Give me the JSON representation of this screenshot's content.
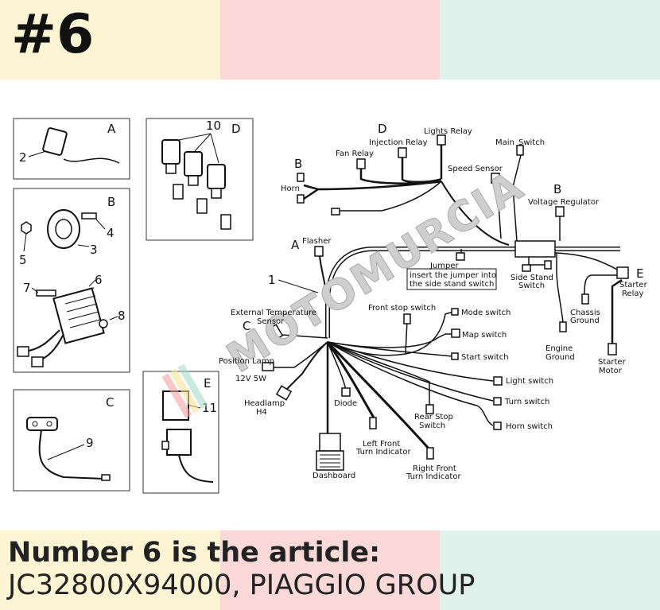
{
  "header": {
    "title": "#6"
  },
  "colors": {
    "band_yellow": "#fdf4d3",
    "band_pink": "#fad9d8",
    "band_mint": "#e1f2ec",
    "watermark": "#c8c8c8"
  },
  "panels": {
    "a": {
      "letter": "A",
      "callouts": [
        "2"
      ]
    },
    "b": {
      "letter": "B",
      "callouts": [
        "3",
        "4",
        "5",
        "6",
        "7",
        "8"
      ]
    },
    "c": {
      "letter": "C",
      "callouts": [
        "9"
      ]
    },
    "d": {
      "letter": "D",
      "callouts": [
        "10"
      ]
    },
    "e": {
      "letter": "E",
      "callouts": [
        "11"
      ]
    }
  },
  "diagram": {
    "harness_callout": "1",
    "letters": {
      "d": "D",
      "b1": "B",
      "b2": "B",
      "a": "A",
      "c": "C",
      "e": "E"
    },
    "labels": {
      "lights_relay": "Lights Relay",
      "injection_relay": "Injection Relay",
      "fan_relay": "Fan Relay",
      "main_switch_1": "Main",
      "main_switch_2": "Switch",
      "speed_sensor": "Speed Sensor",
      "horn": "Horn",
      "voltage_regulator": "Voltage Regulator",
      "flasher": "Flasher",
      "jumper": "Jumper",
      "jumper_note_1": "insert the jumper into",
      "jumper_note_2": "the side stand switch",
      "side_stand_1": "Side Stand",
      "side_stand_2": "Switch",
      "starter_relay_1": "Starter",
      "starter_relay_2": "Relay",
      "ext_temp_1": "External Temperature",
      "ext_temp_2": "Sensor",
      "front_stop": "Front stop switch",
      "mode_switch": "Mode switch",
      "map_switch": "Map switch",
      "start_switch": "Start switch",
      "chassis_ground_1": "Chassis",
      "chassis_ground_2": "Ground",
      "engine_ground_1": "Engine",
      "engine_ground_2": "Ground",
      "starter_motor_1": "Starter",
      "starter_motor_2": "Motor",
      "position_lamp_1": "Position Lamp",
      "position_lamp_2": "12V 5W",
      "light_switch": "Light switch",
      "turn_switch": "Turn switch",
      "horn_switch": "Horn switch",
      "headlamp_1": "Headlamp",
      "headlamp_2": "H4",
      "diode": "Diode",
      "rear_stop_1": "Rear Stop",
      "rear_stop_2": "Switch",
      "left_front_1": "Left Front",
      "left_front_2": "Turn Indicator",
      "right_front_1": "Right Front",
      "right_front_2": "Turn Indicator",
      "dashboard": "Dashboard"
    },
    "watermark_text": "MOTOMURCIA"
  },
  "footer": {
    "line1": "Number 6 is the article:",
    "line2": "JC32800X94000, PIAGGIO GROUP"
  }
}
